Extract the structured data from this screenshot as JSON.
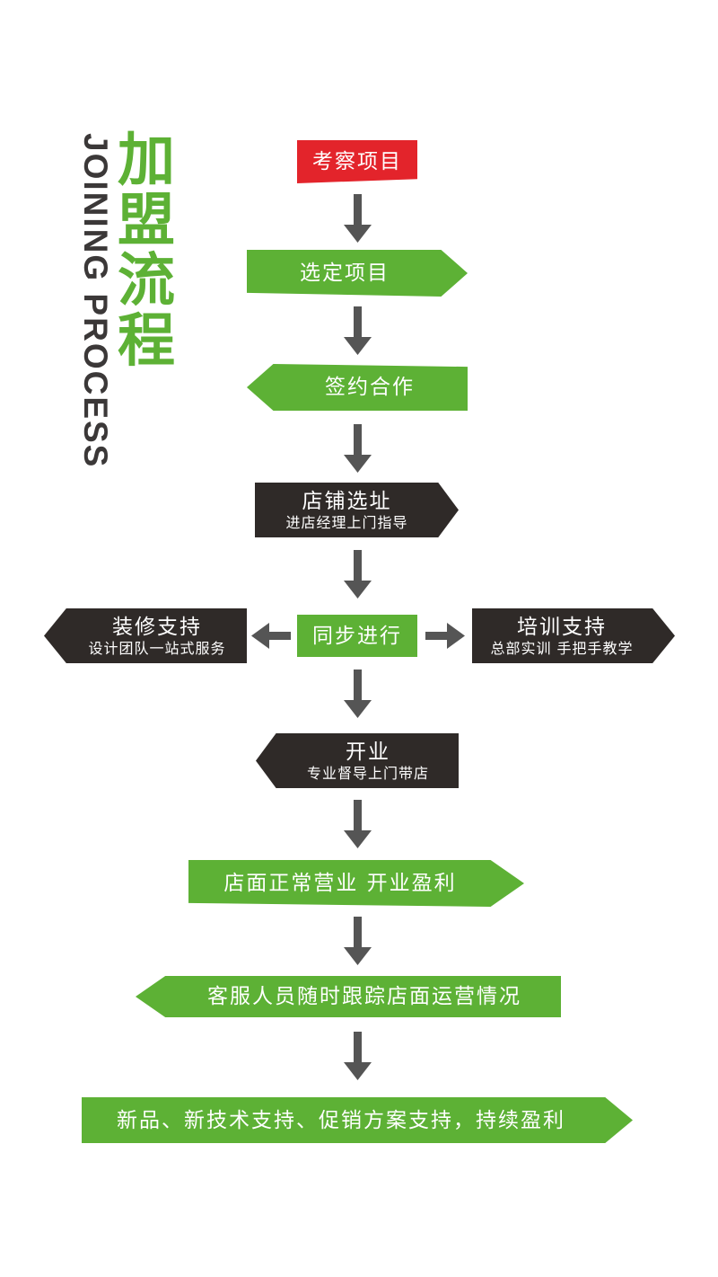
{
  "header": {
    "title_chars": [
      "加",
      "盟",
      "流",
      "程"
    ],
    "subtitle": "JOINING PROCESS"
  },
  "steps": {
    "inspect": "考察项目",
    "select": "选定项目",
    "sign": "签约合作",
    "site": {
      "title": "店铺选址",
      "desc": "进店经理上门指导"
    },
    "parallel": "同步进行",
    "decor": {
      "title": "装修支持",
      "desc": "设计团队一站式服务"
    },
    "training": {
      "title": "培训支持",
      "desc": "总部实训 手把手教学"
    },
    "opening": {
      "title": "开业",
      "desc": "专业督导上门带店"
    },
    "operate": "店面正常营业  开业盈利",
    "service": "客服人员随时跟踪店面运营情况",
    "support": "新品、新技术支持、促销方案支持，持续盈利"
  },
  "colors": {
    "green": "#5db135",
    "red": "#e3242b",
    "dark": "#2f2a28",
    "arrow": "#555555"
  }
}
